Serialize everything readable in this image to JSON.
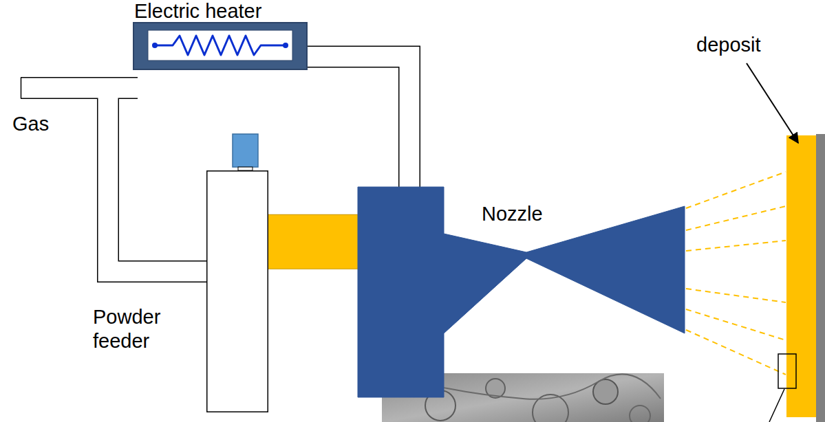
{
  "diagram": {
    "nodes": [
      {
        "text": [
          "Electric heater"
        ]
      },
      {
        "text": [
          "Powder feeder"
        ]
      },
      {
        "text": [
          "Nozzle"
        ]
      }
    ],
    "edges": [
      {
        "from": 0,
        "to": 2,
        "arrow": "none"
      },
      {
        "from": 1,
        "to": 2,
        "arrow": "none"
      }
    ],
    "labels": [
      "Gas",
      "deposit"
    ]
  }
}
